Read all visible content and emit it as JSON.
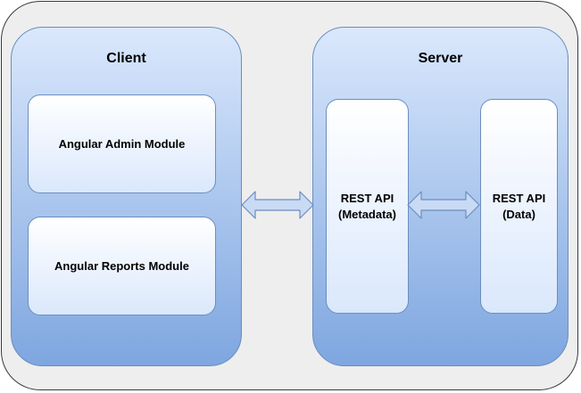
{
  "client": {
    "title": "Client",
    "modules": [
      "Angular Admin Module",
      "Angular Reports Module"
    ]
  },
  "server": {
    "title": "Server",
    "apis": [
      "REST API\n(Metadata)",
      "REST API\n(Data)"
    ]
  },
  "colors": {
    "container_fill": "#eeeeee",
    "container_stroke": "#36393d",
    "panel_gradient_top": "#dae8fc",
    "panel_gradient_bottom": "#7ea6e0",
    "stroke": "#6c8ebf"
  }
}
